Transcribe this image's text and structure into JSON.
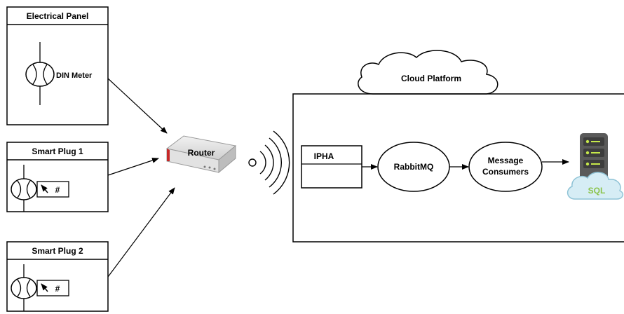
{
  "panels": {
    "electrical": {
      "title": "Electrical Panel",
      "meter_label": "DIN Meter"
    },
    "plug1": {
      "title": "Smart Plug 1",
      "symbol": "#"
    },
    "plug2": {
      "title": "Smart Plug 2",
      "symbol": "#"
    }
  },
  "router": {
    "label": "Router"
  },
  "cloud": {
    "label": "Cloud Platform"
  },
  "pipeline": {
    "ipha": "IPHA",
    "rabbitmq": "RabbitMQ",
    "consumers_line1": "Message",
    "consumers_line2": "Consumers",
    "sql": "SQL"
  },
  "colors": {
    "router_accent": "#c62828",
    "server_body": "#5a5a5a",
    "server_led": "#c6e84a",
    "sql_cloud": "#d6edf5",
    "sql_text": "#8bc34a"
  },
  "icons": [
    "meter-icon",
    "router-icon",
    "wireless-signal-icon",
    "cloud-icon",
    "server-icon",
    "sql-cloud-icon",
    "arrow-icon"
  ]
}
